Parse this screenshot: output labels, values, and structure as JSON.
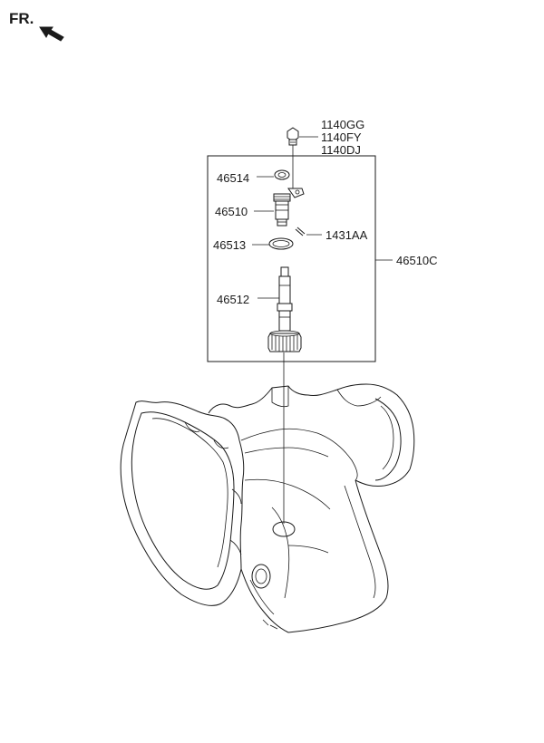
{
  "orientation": {
    "label": "FR.",
    "icon": "front-direction-arrow-icon"
  },
  "callouts": {
    "bolt_top": "1140GG",
    "bolt_mid": "1140FY",
    "bolt_bot": "1140DJ",
    "p46514": "46514",
    "p46510": "46510",
    "p1431AA": "1431AA",
    "p46513": "46513",
    "p46512": "46512",
    "p46510C": "46510C"
  },
  "colors": {
    "line": "#1a1a1a",
    "background": "#ffffff"
  }
}
